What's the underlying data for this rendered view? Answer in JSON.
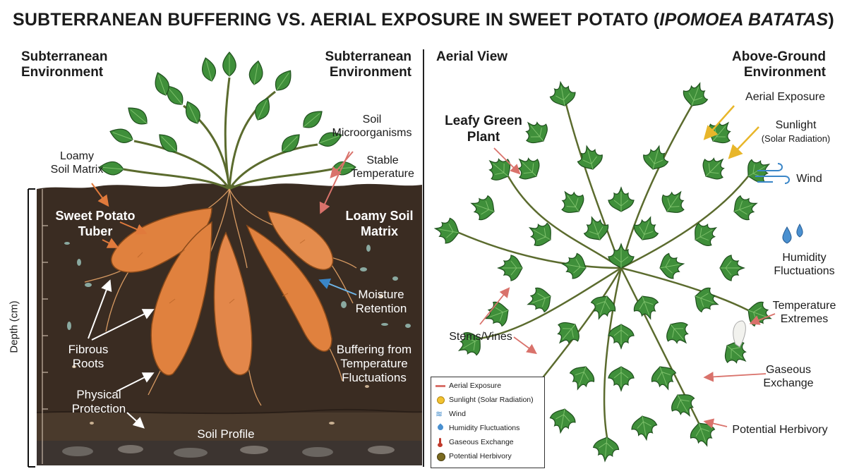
{
  "title": {
    "main": "SUBTERRANEAN BUFFERING VS. AERIAL EXPOSURE IN SWEET POTATO (",
    "italic": "IPOMOEA BATATAS",
    "close": ")"
  },
  "left_panel": {
    "header_left": [
      "Subterranean",
      "Environment"
    ],
    "header_right": [
      "Subterranean",
      "Environment"
    ],
    "depth_axis_label": "Depth (cm)",
    "labels": {
      "loamy_soil_matrix_top": [
        "Loamy",
        "Soil Matrix"
      ],
      "soil_microorganisms": [
        "Soil",
        "Microorganisms"
      ],
      "stable_temperature": [
        "Stable",
        "Temperature"
      ],
      "sweet_potato_tuber": [
        "Sweet Potato",
        "Tuber"
      ],
      "loamy_soil_matrix_right": [
        "Loamy Soil",
        "Matrix"
      ],
      "moisture_retention": [
        "Moisture",
        "Retention"
      ],
      "fibrous_roots": [
        "Fibrous",
        "Roots"
      ],
      "buffering": [
        "Buffering from",
        "Temperature",
        "Fluctuations"
      ],
      "physical_protection": [
        "Physical",
        "Protection"
      ],
      "soil_profile": "Soil Profile"
    }
  },
  "right_panel": {
    "header_left": "Aerial View",
    "header_right": [
      "Above-Ground",
      "Environment"
    ],
    "labels": {
      "leafy_green_plant": [
        "Leafy Green",
        "Plant"
      ],
      "aerial_exposure": "Aerial Exposure",
      "sunlight": "Sunlight",
      "sunlight_sub": "(Solar Radiation)",
      "wind": "Wind",
      "humidity": [
        "Humidity",
        "Fluctuations"
      ],
      "temperature_extremes": [
        "Temperature",
        "Extremes"
      ],
      "stems_vines": "Stems/Vines",
      "gaseous_exchange": [
        "Gaseous",
        "Exchange"
      ],
      "potential_herbivory": "Potential Herbivory"
    }
  },
  "legend": {
    "items": [
      {
        "label": "Aerial Exposure",
        "icon": "red-line-icon"
      },
      {
        "label": "Sunlight (Solar Radiation)",
        "icon": "sun-icon"
      },
      {
        "label": "Wind",
        "icon": "wind-icon"
      },
      {
        "label": "Humidity Fluctuations",
        "icon": "droplet-icon"
      },
      {
        "label": "Gaseous Exchange",
        "icon": "thermometer-icon"
      },
      {
        "label": "Potential Herbivory",
        "icon": "bug-icon"
      }
    ]
  },
  "colors": {
    "soil": "#3a2c22",
    "soil_dark": "#2a1f18",
    "tuber": "#e0813e",
    "leaf": "#3f8f3a",
    "leaf_dark": "#2c6b2a",
    "arrow_red": "#d9726b",
    "arrow_yellow": "#e8b62a",
    "arrow_blue": "#3a86c8",
    "arrow_white": "#ffffff"
  }
}
